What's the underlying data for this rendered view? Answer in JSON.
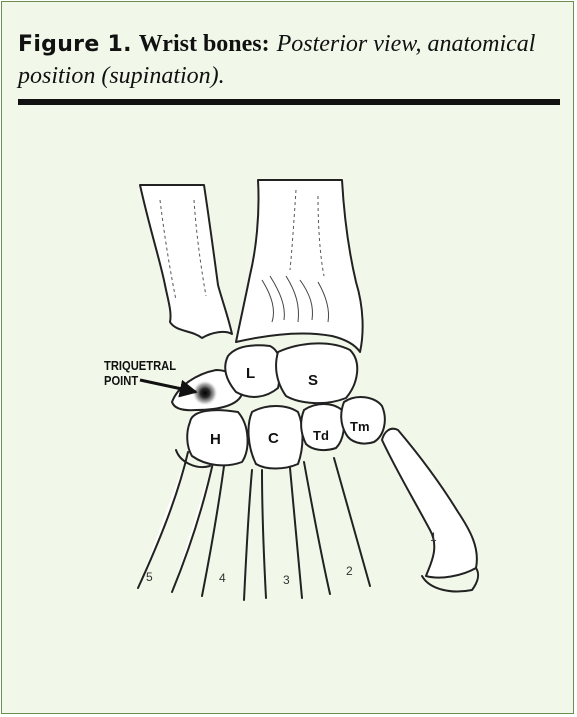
{
  "caption": {
    "figure_label": "Figure 1.",
    "title": "Wrist bones:",
    "description": "Posterior view, anatomical position (supination)."
  },
  "callout": {
    "line1": "TRIQUETRAL",
    "line2": "POINT"
  },
  "bone_labels": {
    "lunate": "L",
    "scaphoid": "S",
    "hamate": "H",
    "capitate": "C",
    "trapezoid": "Td",
    "trapezium": "Tm"
  },
  "finger_numbers": {
    "digit1": "1",
    "digit2": "2",
    "digit3": "3",
    "digit4": "4",
    "digit5": "5"
  },
  "colors": {
    "frame_background": "#f1f8ea",
    "frame_border": "#6c8e52",
    "rule": "#111111"
  }
}
